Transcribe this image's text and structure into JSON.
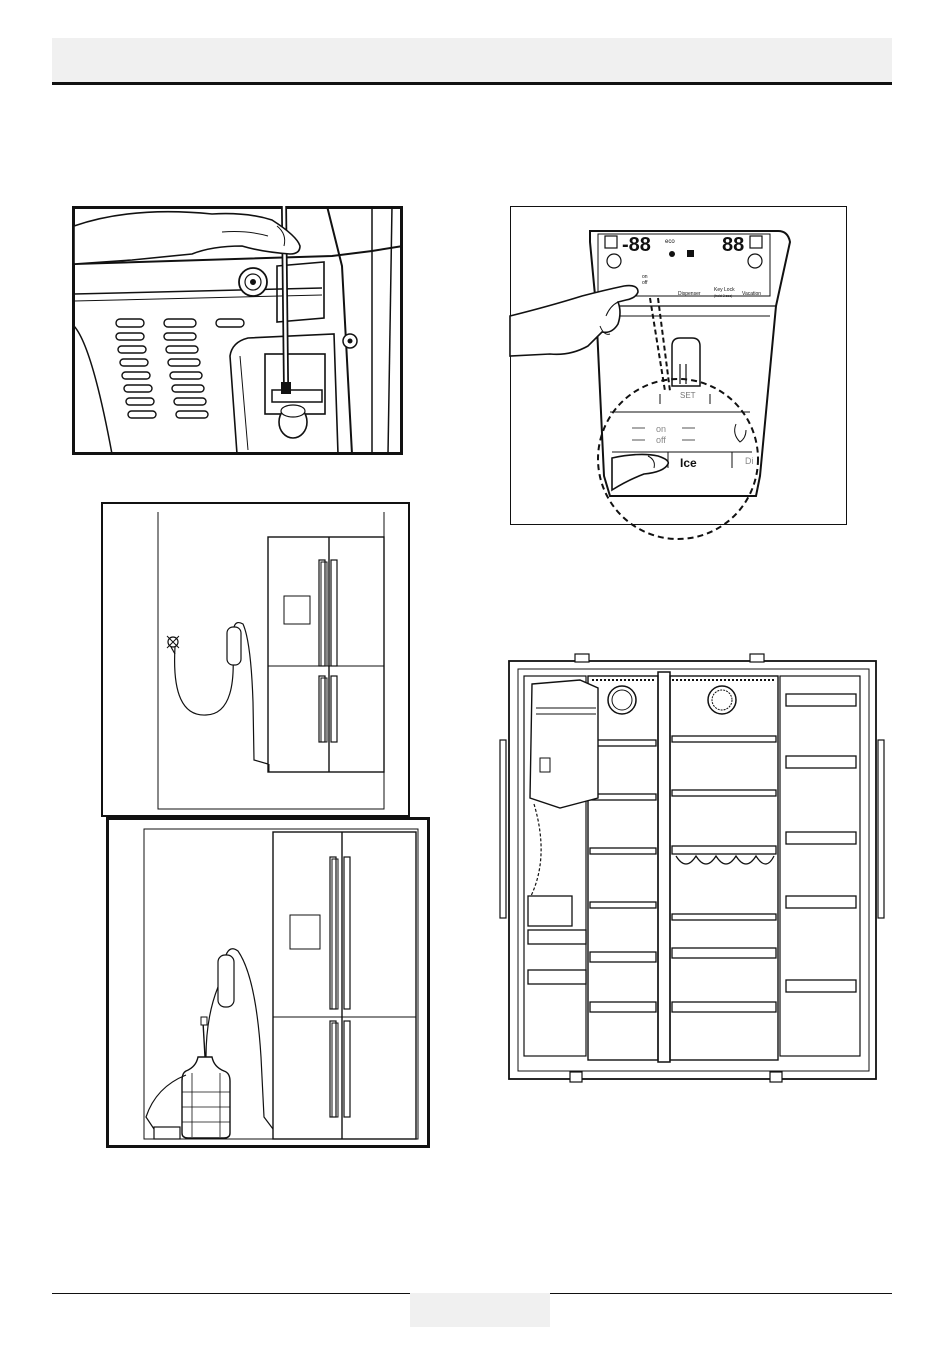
{
  "control_panel": {
    "eco": "eco",
    "digits_left": "-88",
    "digits_right": "88",
    "onoff_on": "on",
    "onoff_off": "off",
    "dispenser": "Dispenser",
    "key_lock": "Key Lock",
    "key_lock_sub": "(hold 3 sec)",
    "vacation": "Vacation",
    "set": "SET",
    "zoom_on": "on",
    "zoom_off": "off",
    "ice": "Ice",
    "di": "Di"
  }
}
